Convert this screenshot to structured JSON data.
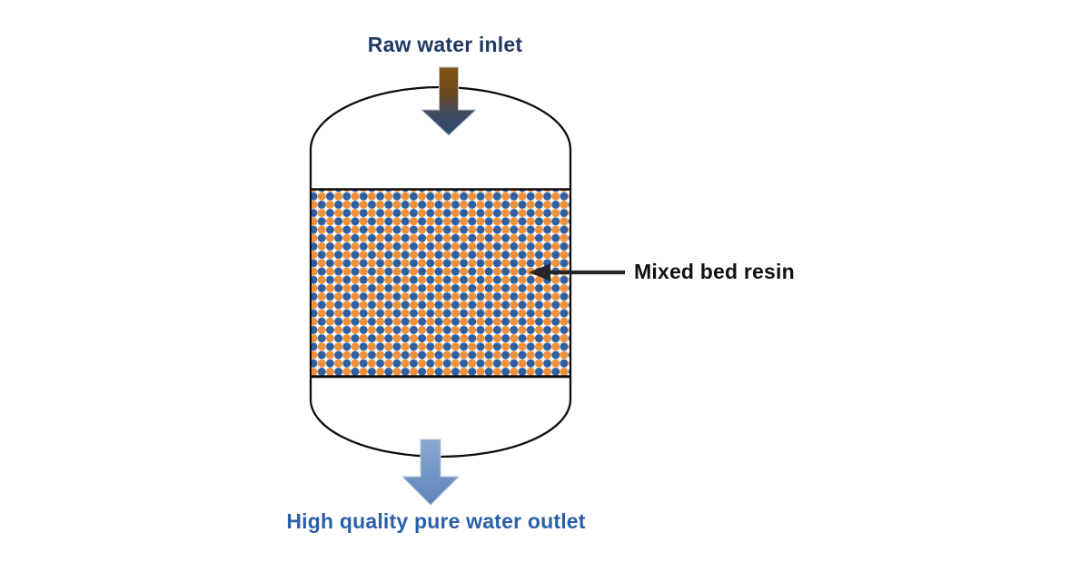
{
  "labels": {
    "inlet": "Raw water inlet",
    "resin_pointer": "Mixed bed resin",
    "outlet": "High quality pure water outlet"
  },
  "icons": {
    "inlet_arrow": "down-arrow",
    "outlet_arrow": "down-arrow",
    "resin_pointer_arrow": "left-arrow"
  },
  "colors": {
    "background": "#ffffff",
    "vessel_outline": "#0e0e0e",
    "vessel_fill": "#ffffff",
    "resin_blue": "#2f5f9f",
    "resin_orange": "#f0913a",
    "resin_bed_border": "#0e0e0e",
    "inlet_text": "#1f3864",
    "resin_text": "#111111",
    "outlet_text": "#2a5fa8",
    "pointer_arrow": "#262626",
    "inlet_arrow_top": "#83500f",
    "inlet_arrow_mid_brown": "#6b4a1e",
    "inlet_arrow_mid_slate": "#3e4c63",
    "inlet_arrow_bottom": "#2c4a6c",
    "outlet_arrow_top": "#8aa8d4",
    "outlet_arrow_bottom": "#5e84b8",
    "arrow_stroke": "#b6c8e2"
  }
}
